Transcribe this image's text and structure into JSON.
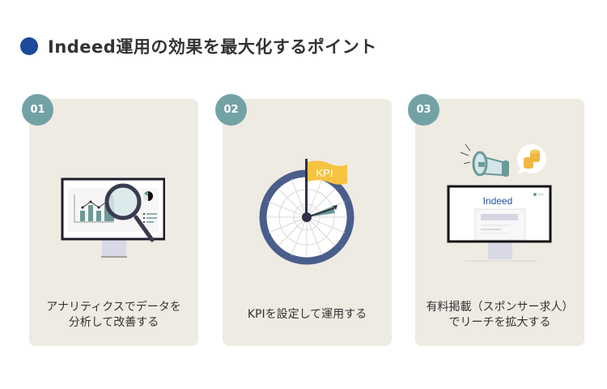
{
  "heading": {
    "title": "Indeed運用の効果を最大化するポイント",
    "dot_color": "#1b4a9c"
  },
  "colors": {
    "card_bg": "#eeebe3",
    "badge_bg": "#73a2a5",
    "teal": "#6b9a97",
    "navy_ring": "#4a5e8c",
    "dark": "#2f2f45",
    "flag": "#f6c341"
  },
  "cards": [
    {
      "number": "01",
      "caption_line1": "アナリティクスでデータを",
      "caption_line2": "分析して改善する",
      "illustration": "monitor-with-magnifier-analytics"
    },
    {
      "number": "02",
      "caption_line1": "KPIを設定して運用する",
      "illustration": "dartboard-with-kpi-flag",
      "flag_label": "KPI"
    },
    {
      "number": "03",
      "caption_line1": "有料掲載（スポンサー求人）",
      "caption_line2": "でリーチを拡大する",
      "illustration": "megaphone-coins-indeed-monitor",
      "screen_brand": "Indeed"
    }
  ]
}
